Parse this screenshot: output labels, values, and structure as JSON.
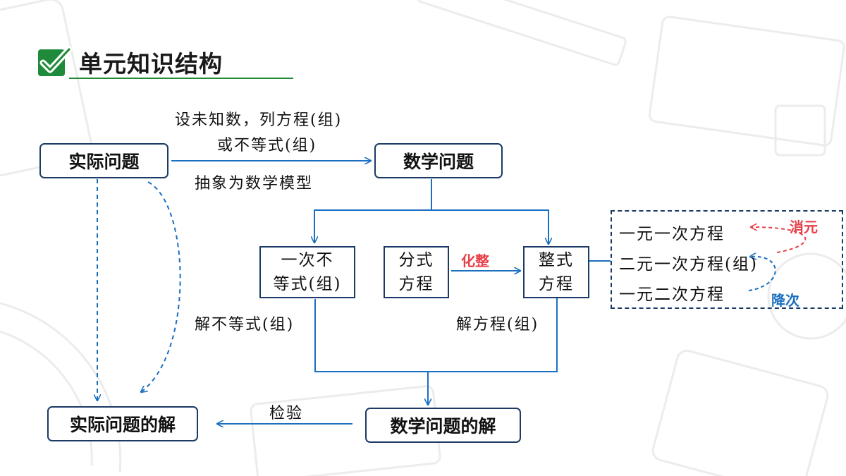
{
  "header": {
    "title": "单元知识结构"
  },
  "nodes": {
    "real_problem": "实际问题",
    "math_problem": "数学问题",
    "inequality_line1": "一次不",
    "inequality_line2": "等式(组)",
    "fraction_line1": "分式",
    "fraction_line2": "方程",
    "integral_line1": "整式",
    "integral_line2": "方程",
    "math_solution": "数学问题的解",
    "real_solution": "实际问题的解"
  },
  "labels": {
    "model_top1": "设未知数，列方程(组)",
    "model_top2": "或不等式(组)",
    "model_bottom": "抽象为数学模型",
    "solve_inequality": "解不等式(组)",
    "solve_equation": "解方程(组)",
    "verify": "检验",
    "simplify": "化整"
  },
  "equations": {
    "items": [
      "一元一次方程",
      "二元一次方程(组)",
      "一元二次方程"
    ],
    "eliminate": "消元",
    "reduce_degree": "降次"
  },
  "colors": {
    "box_border": "#1c3a66",
    "arrow": "#1b6fc1",
    "accent_red": "#e8404a",
    "accent_blue": "#1b6fc1",
    "check_green": "#1f8a3a"
  }
}
